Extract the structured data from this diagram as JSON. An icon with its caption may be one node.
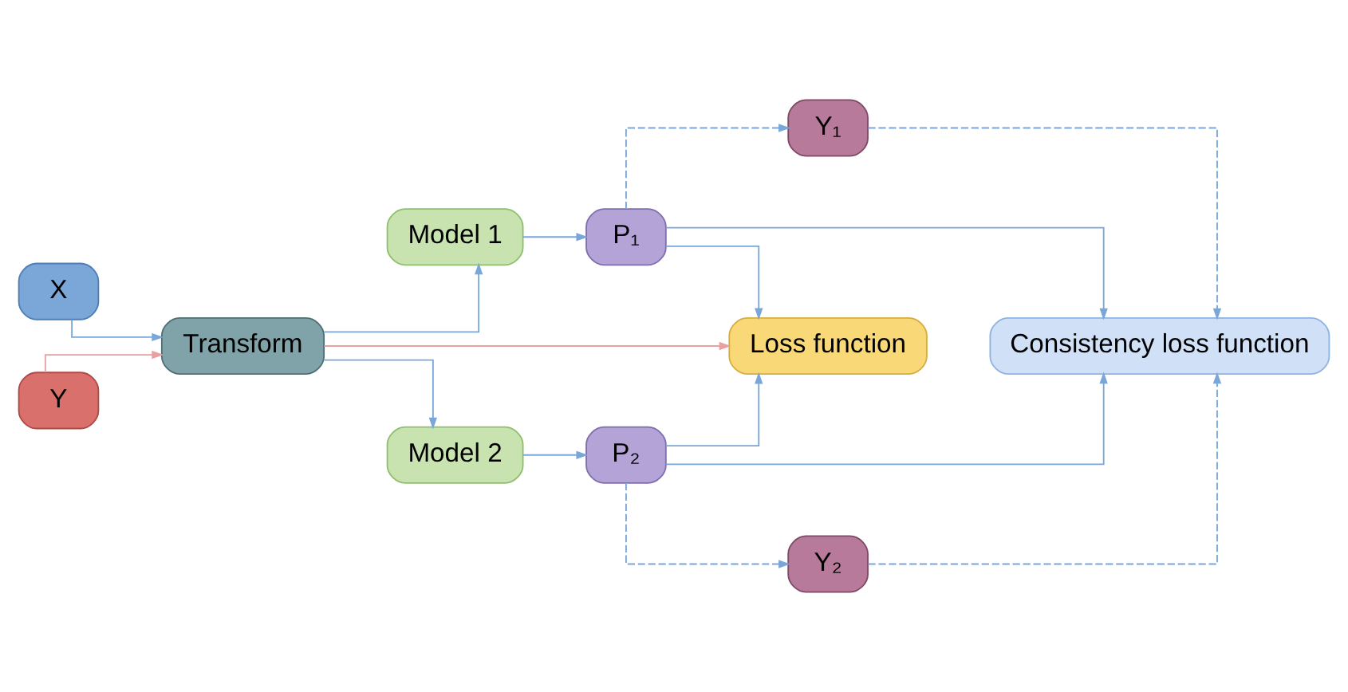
{
  "diagram": {
    "nodes": [
      {
        "text": [
          "X"
        ]
      },
      {
        "text": [
          "Y"
        ]
      },
      {
        "text": [
          "Transform"
        ]
      },
      {
        "text": [
          "Model 1"
        ]
      },
      {
        "text": [
          "Model 2"
        ]
      },
      {
        "text": [
          "Y₁"
        ]
      },
      {
        "text": [
          "P₁"
        ]
      },
      {
        "text": [
          "Consistency loss function"
        ]
      },
      {
        "text": [
          "Loss function"
        ]
      },
      {
        "text": [
          "P₂"
        ]
      },
      {
        "text": [
          "Y₂"
        ]
      }
    ],
    "edges": [
      {
        "from": 0,
        "to": 2,
        "arrow": "to"
      },
      {
        "from": 1,
        "to": 2,
        "arrow": "to",
        "color": "#e8a0a0"
      },
      {
        "from": 2,
        "to": 3,
        "arrow": "to"
      },
      {
        "from": 2,
        "to": 4,
        "arrow": "to"
      },
      {
        "from": 3,
        "to": 6,
        "arrow": "to"
      },
      {
        "from": 4,
        "to": 9,
        "arrow": "to"
      },
      {
        "from": 6,
        "to": 5,
        "arrow": "to",
        "style": "dashed"
      },
      {
        "from": 6,
        "to": 8,
        "arrow": "to"
      },
      {
        "from": 6,
        "to": 7,
        "arrow": "to"
      },
      {
        "from": 5,
        "to": 7,
        "arrow": "to",
        "style": "dashed"
      },
      {
        "from": 9,
        "to": 7,
        "arrow": "to"
      },
      {
        "from": 9,
        "to": 8,
        "arrow": "to"
      },
      {
        "from": 9,
        "to": 10,
        "arrow": "to",
        "style": "dashed"
      },
      {
        "from": 10,
        "to": 7,
        "arrow": "to",
        "style": "dashed"
      },
      {
        "from": 2,
        "to": 8,
        "arrow": "to",
        "color": "#e8a0a0"
      }
    ]
  }
}
